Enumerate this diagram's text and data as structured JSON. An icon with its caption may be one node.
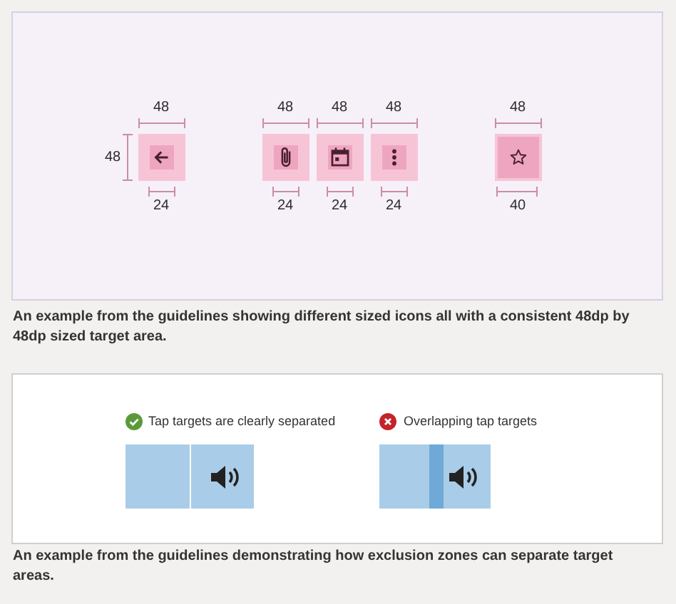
{
  "diagram": {
    "labels": [
      "48",
      "48",
      "48",
      "48",
      "48",
      "48",
      "24",
      "24",
      "24",
      "24",
      "40",
      "An example from the guidelines showing different sized icons all with a consistent 48dp by 48dp sized target area.",
      "Tap targets are clearly separated",
      "Overlapping tap targets",
      "An example from the guidelines demonstrating how exclusion zones can separate target areas."
    ]
  }
}
